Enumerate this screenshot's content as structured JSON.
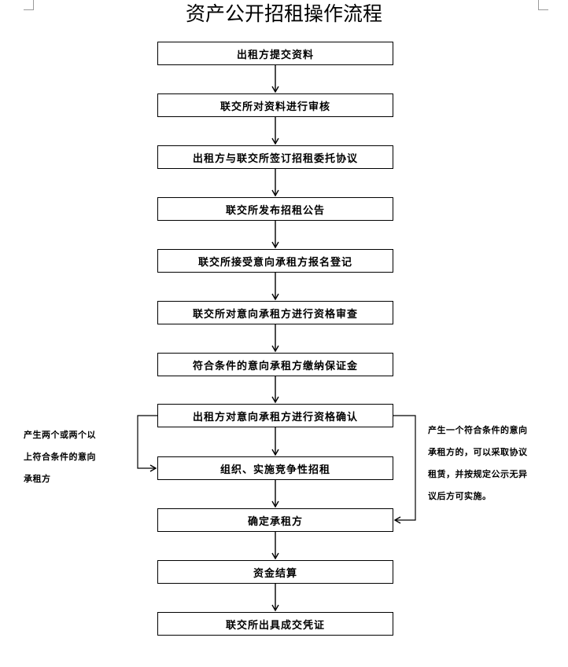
{
  "title": "资产公开招租操作流程",
  "steps": [
    "出租方提交资料",
    "联交所对资料进行审核",
    "出租方与联交所签订招租委托协议",
    "联交所发布招租公告",
    "联交所接受意向承租方报名登记",
    "联交所对意向承租方进行资格审查",
    "符合条件的意向承租方缴纳保证金",
    "出租方对意向承租方进行资格确认",
    "组织、实施竞争性招租",
    "确定承租方",
    "资金结算",
    "联交所出具成交凭证"
  ],
  "notes": {
    "left_lines": [
      "产生两个或两个以",
      "上符合条件的意向",
      "承租方"
    ],
    "right_lines": [
      "产生一个符合条件的意向",
      "承租方的，可以采取协议",
      "租赁，并按规定公示无异",
      "议后方可实施。"
    ]
  }
}
